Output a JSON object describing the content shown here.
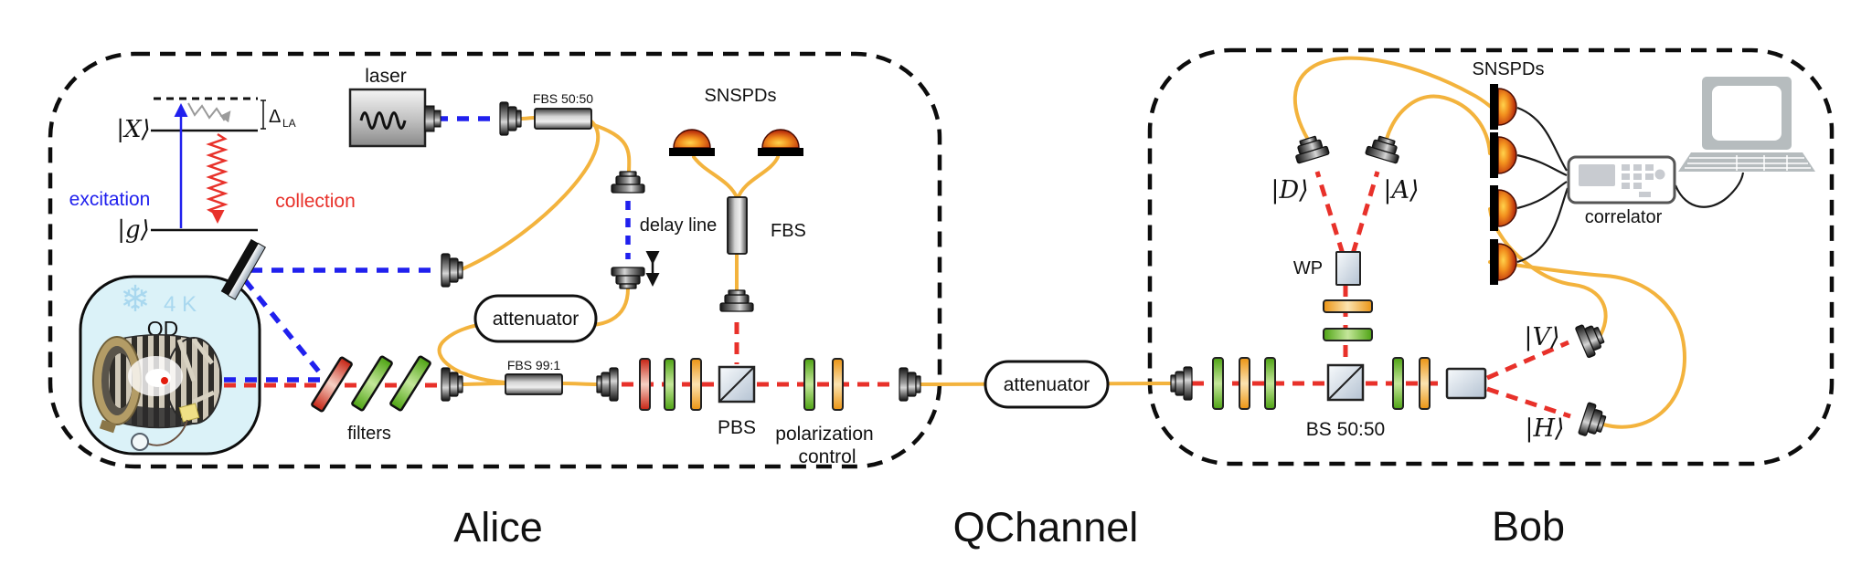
{
  "colors": {
    "fiber": "#F3B33D",
    "beam_excitation": "#2020EE",
    "beam_collection": "#E8312A",
    "cryostat_fill": "#DBF2F8",
    "cryostat_text": "#A9D8EF",
    "snspd_dome": "#C23A0E"
  },
  "alice": {
    "section_label": "Alice",
    "energy_diagram": {
      "ket_x": "|X⟩",
      "ket_g": "|g⟩",
      "delta": "Δ",
      "delta_sub": "LA",
      "excitation_label": "excitation",
      "collection_label": "collection"
    },
    "laser_label": "laser",
    "fbs5050_label": "FBS 50:50",
    "snspds_label": "SNSPDs",
    "delay_line_label": "delay line",
    "fbs_label": "FBS",
    "attenuator_label": "attenuator",
    "cryostat": {
      "temperature": "4 K",
      "qd_label": "QD",
      "snowflake_icon": "❄"
    },
    "filters_label": "filters",
    "fbs991_label": "FBS 99:1",
    "pbs_label": "PBS",
    "pol_control_line1": "polarization",
    "pol_control_line2": "control"
  },
  "qchannel": {
    "section_label": "QChannel",
    "attenuator_label": "attenuator"
  },
  "bob": {
    "section_label": "Bob",
    "snspds_label": "SNSPDs",
    "correlator_label": "correlator",
    "wp_label": "WP",
    "bs5050_label": "BS 50:50",
    "ket_d": "|D⟩",
    "ket_a": "|A⟩",
    "ket_v": "|V⟩",
    "ket_h": "|H⟩"
  }
}
